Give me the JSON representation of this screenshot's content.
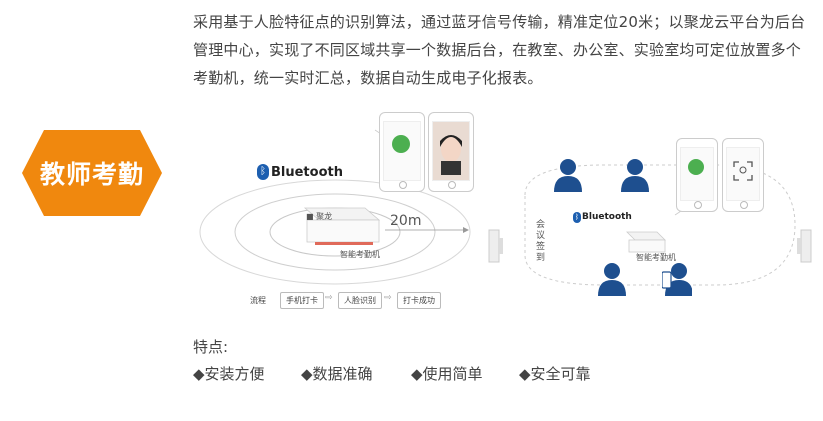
{
  "description": "采用基于人脸特征点的识别算法，通过蓝牙信号传输，精准定位20米；以聚龙云平台为后台管理中心，实现了不同区域共享一个数据后台，在教室、办公室、实验室均可定位放置多个考勤机，统一实时汇总，数据自动生成电子化报表。",
  "badge": {
    "label": "教师考勤",
    "color": "#f0880e"
  },
  "diagram": {
    "bluetooth_label": "Bluetooth",
    "bluetooth_label_small": "Bluetooth",
    "distance": "20m",
    "device_name": "智能考勤机",
    "device_name_right": "智能考勤机",
    "checkin_label": "会议签到",
    "flow_title": "流程",
    "flow_steps": [
      "手机打卡",
      "人脸识别",
      "打卡成功"
    ],
    "icons": [
      "bluetooth-icon",
      "user-icon",
      "phone-icon"
    ],
    "colors": {
      "user": "#1e4f8f",
      "green": "#4caf50"
    }
  },
  "features": {
    "title": "特点:",
    "items": [
      "◆安装方便",
      "◆数据准确",
      "◆使用简单",
      "◆安全可靠"
    ]
  }
}
